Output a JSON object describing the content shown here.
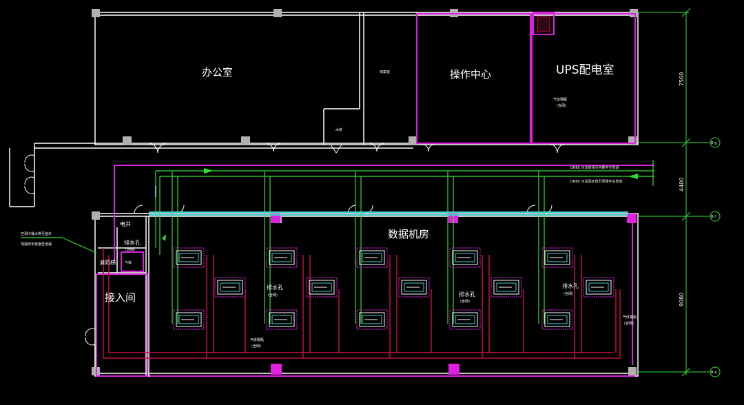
{
  "rooms": {
    "office": "办公室",
    "archive": "档案室",
    "operation_center": "操作中心",
    "ups_room": "UPS配电室",
    "toilet": "水房",
    "data_center": "数据机房",
    "access_room": "接入间",
    "power": "电井",
    "ladder": "消防梯",
    "small_box": "气体"
  },
  "annotations": {
    "drain_1": "排水孔",
    "drain_1b": "(含网)",
    "drain_2": "排水孔",
    "drain_2b": "(含网)",
    "drain_3": "排水孔",
    "drain_3b": "(含网)",
    "drain_4": "排水孔",
    "drain_4b": "(含网)",
    "drain_5": "排水孔",
    "drain_5b": "(含网)",
    "gas_1": "气体钢瓶",
    "gas_1b": "(含网)",
    "gas_2": "气体钢瓶",
    "gas_2b": "(含网)",
    "gas_3": "气体钢瓶",
    "gas_3b": "(含网)",
    "pipe_1": "DN65 冷冻管线引自楼宇主管道",
    "pipe_2": "DN65 冷冻回水管引至楼宇主管道",
    "left_note_1": "空调冷凝水排至室外",
    "left_note_2": "地漏排水管接至地漏"
  },
  "dimensions": {
    "d1": "7560",
    "d2": "4400",
    "d3": "9080"
  },
  "axis_labels": {
    "a1": "B-g",
    "a2": "B-f",
    "a3": "B-e"
  },
  "colors": {
    "wall": "#ffffff",
    "magenta": "#e020e0",
    "green": "#30e030",
    "cyan": "#40d0d0",
    "red": "#c01040"
  }
}
